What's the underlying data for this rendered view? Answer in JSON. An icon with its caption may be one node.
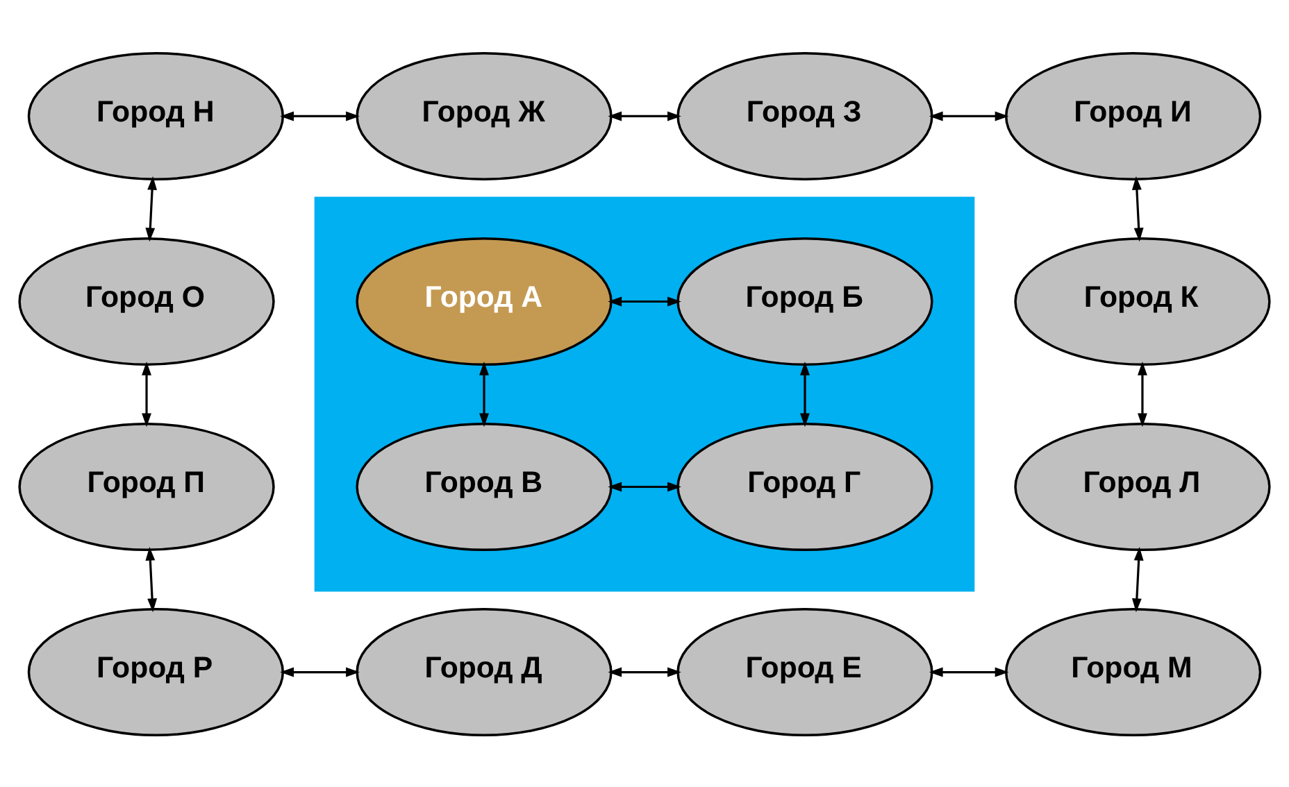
{
  "diagram": {
    "nodes": [
      {
        "text": [
          "Город Н"
        ]
      },
      {
        "text": [
          "Город Ж"
        ]
      },
      {
        "text": [
          "Город З"
        ]
      },
      {
        "text": [
          "Город И"
        ]
      },
      {
        "text": [
          "Город О"
        ]
      },
      {
        "text": [],
        "shape": "box"
      },
      {
        "text": [
          "Город А"
        ],
        "in": 5
      },
      {
        "text": [
          "Город Б"
        ],
        "in": 5
      },
      {
        "text": [
          "Город К"
        ]
      },
      {
        "text": [
          "Город П"
        ]
      },
      {
        "text": [
          "Город В"
        ],
        "in": 5
      },
      {
        "text": [
          "Город Г"
        ],
        "in": 5
      },
      {
        "text": [
          "Город Л"
        ]
      },
      {
        "text": [
          "Город Р"
        ]
      },
      {
        "text": [
          "Город Д"
        ]
      },
      {
        "text": [
          "Город Е"
        ]
      },
      {
        "text": [
          "Город М"
        ]
      }
    ],
    "edges": [
      {
        "from": 0,
        "to": 1,
        "arrow": "both"
      },
      {
        "from": 1,
        "to": 2,
        "arrow": "both"
      },
      {
        "from": 2,
        "to": 3,
        "arrow": "both"
      },
      {
        "from": 0,
        "to": 4,
        "arrow": "both"
      },
      {
        "from": 3,
        "to": 8,
        "arrow": "both"
      },
      {
        "from": 6,
        "to": 7,
        "arrow": "both"
      },
      {
        "from": 6,
        "to": 10,
        "arrow": "both"
      },
      {
        "from": 7,
        "to": 11,
        "arrow": "both"
      },
      {
        "from": 4,
        "to": 9,
        "arrow": "both"
      },
      {
        "from": 8,
        "to": 12,
        "arrow": "both"
      },
      {
        "from": 10,
        "to": 11,
        "arrow": "both"
      },
      {
        "from": 9,
        "to": 13,
        "arrow": "both"
      },
      {
        "from": 12,
        "to": 16,
        "arrow": "both"
      },
      {
        "from": 13,
        "to": 14,
        "arrow": "both"
      },
      {
        "from": 14,
        "to": 15,
        "arrow": "both"
      },
      {
        "from": 15,
        "to": 16,
        "arrow": "both"
      }
    ]
  }
}
